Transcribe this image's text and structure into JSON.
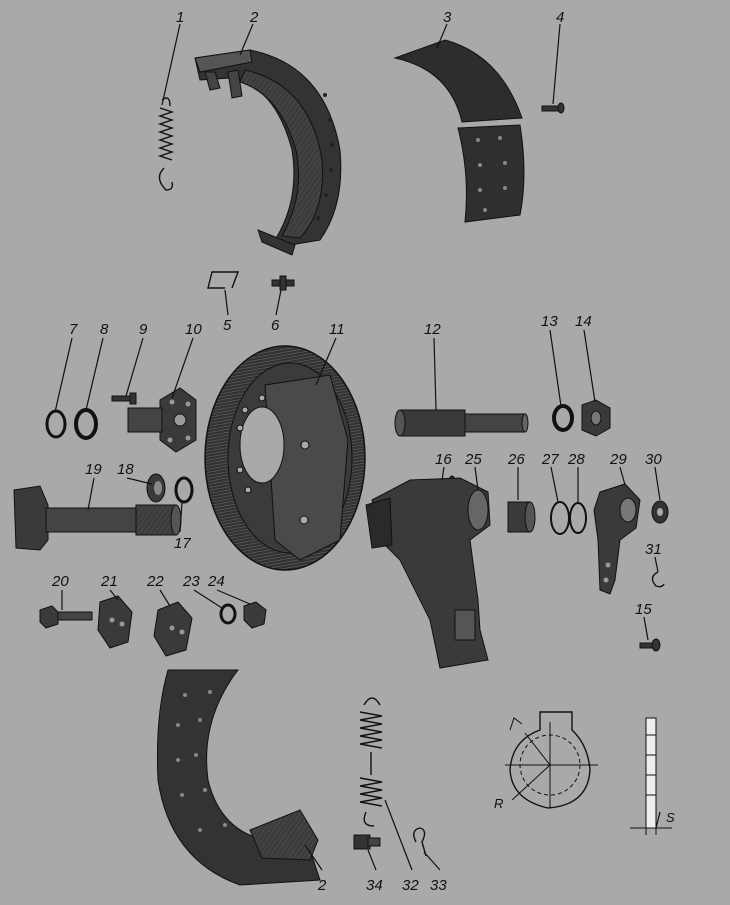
{
  "diagram": {
    "part_labels": [
      "1",
      "2",
      "3",
      "4",
      "5",
      "6",
      "7",
      "8",
      "9",
      "10",
      "11",
      "12",
      "13",
      "14",
      "15",
      "16",
      "17",
      "18",
      "19",
      "20",
      "21",
      "22",
      "23",
      "24",
      "25",
      "26",
      "27",
      "28",
      "29",
      "30",
      "31",
      "32",
      "33",
      "34",
      "2"
    ],
    "dimension_labels": {
      "radius": "R",
      "thickness": "S"
    },
    "colors": {
      "background": "#a9a9a9",
      "ink": "#111111",
      "part_fill": "#3a3a3a"
    }
  }
}
